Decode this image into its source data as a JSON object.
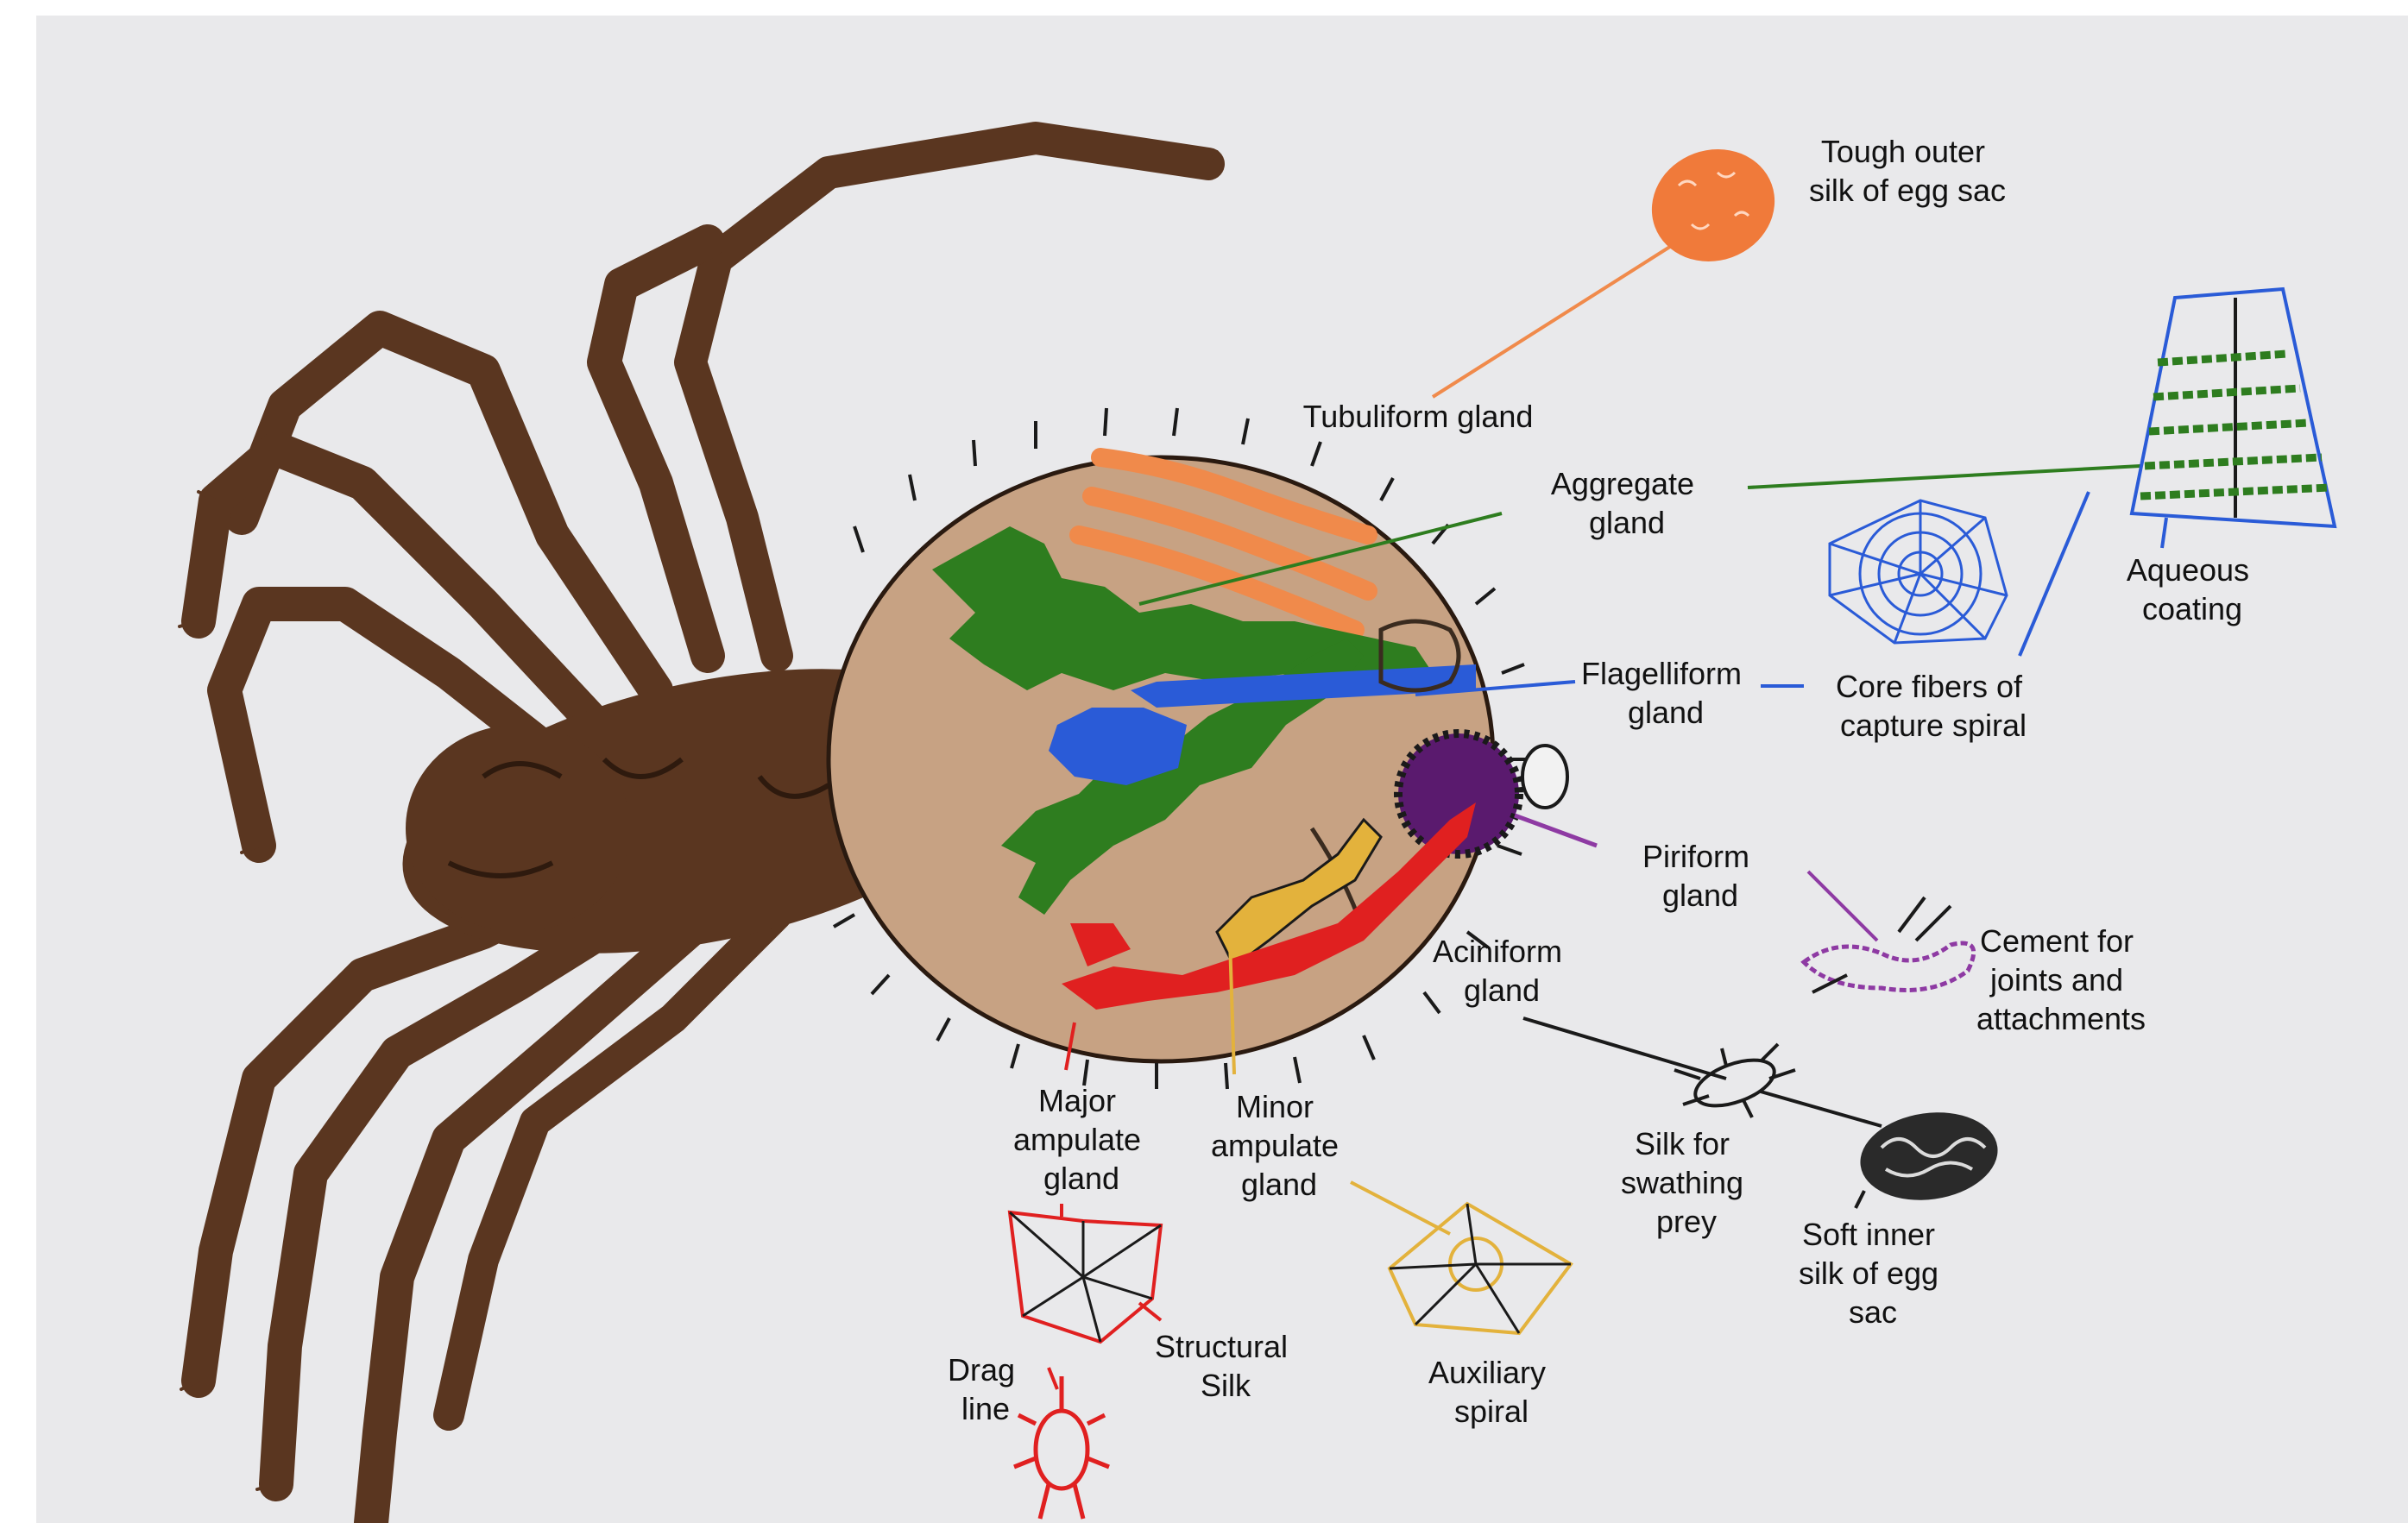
{
  "labels": {
    "tough_outer": [
      "Tough outer",
      "silk of egg sac"
    ],
    "tubuliform": [
      "Tubuliform gland"
    ],
    "aggregate": [
      "Aggregate",
      "gland"
    ],
    "aqueous": [
      "Aqueous",
      "coating"
    ],
    "flagelliform": [
      "Flagelliform",
      "gland"
    ],
    "core_fibers": [
      "Core fibers of",
      "capture spiral"
    ],
    "piriform": [
      "Piriform",
      "gland"
    ],
    "cement": [
      "Cement for",
      "joints and",
      "attachments"
    ],
    "aciniform": [
      "Aciniform",
      "gland"
    ],
    "major_ampulate": [
      "Major",
      "ampulate",
      "gland"
    ],
    "minor_ampulate": [
      "Minor",
      "ampulate",
      "gland"
    ],
    "swathing": [
      "Silk for",
      "swathing",
      "prey"
    ],
    "soft_inner": [
      "Soft inner",
      "silk of egg",
      "sac"
    ],
    "drag_line": [
      "Drag",
      "line"
    ],
    "structural": [
      "Structural",
      "Silk"
    ],
    "auxiliary": [
      "Auxiliary",
      "spiral"
    ]
  },
  "colors": {
    "background": "#e9e9eb",
    "spider_body": "#5a3620",
    "abdomen": "#c7a283",
    "tubuliform": "#f08a4b",
    "aggregate": "#2e7d1f",
    "flagelliform": "#2a5bd7",
    "piriform": "#8e3aa3",
    "aciniform": "#3a2b1f",
    "major_ampulate": "#e02020",
    "minor_ampulate": "#e3b23c"
  }
}
